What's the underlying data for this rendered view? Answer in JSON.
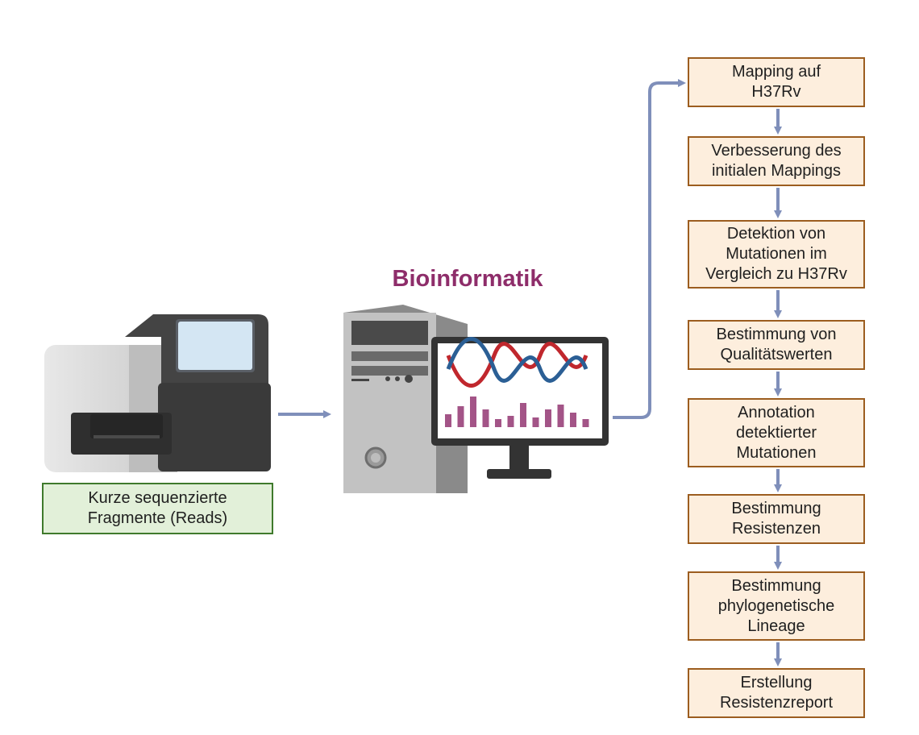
{
  "diagram": {
    "title": "Bioinformatik",
    "reads_label": "Kurze sequenzierte\nFragmente (Reads)",
    "steps": [
      "Mapping auf\nH37Rv",
      "Verbesserung des\ninitialen Mappings",
      "Detektion von\nMutationen im\nVergleich zu H37Rv",
      "Bestimmung von\nQualitätswerten",
      "Annotation\ndetektierter\nMutationen",
      "Bestimmung\nResistenzen",
      "Bestimmung\nphylogenetische\nLineage",
      "Erstellung\nResistenzreport"
    ]
  },
  "colors": {
    "arrow": "#7f8fba",
    "step_fill": "#fdeedd",
    "step_border": "#9c5d1f",
    "reads_fill": "#e2f0d9",
    "reads_border": "#3f7a2c",
    "title": "#8e2d6a",
    "dna_red": "#c0272d",
    "dna_blue": "#2b5f95",
    "bars": "#a35487"
  },
  "icons": {
    "sequencer": "sequencer-icon",
    "computer": "computer-tower-icon",
    "monitor": "monitor-icon"
  }
}
